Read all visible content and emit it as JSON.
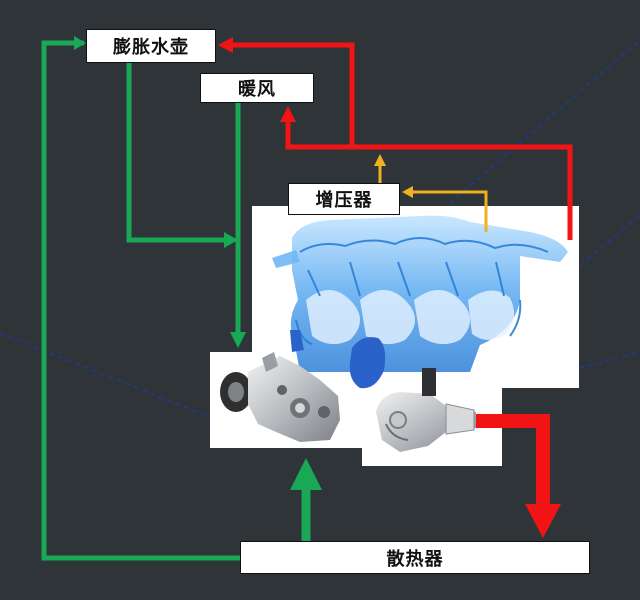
{
  "labels": {
    "expansion_tank": "膨胀水壶",
    "heater": "暖风",
    "turbocharger": "增压器",
    "radiator": "散热器"
  },
  "colors": {
    "background": "#2f3438",
    "green_flow": "#19a855",
    "red_flow": "#f21414",
    "orange_flow": "#f0b020",
    "leader_line": "#1a3c8c"
  },
  "components": {
    "engine_block": "blue-translucent-engine-block-icon",
    "water_pump": "water-pump-icon",
    "thermostat": "thermostat-housing-icon"
  }
}
